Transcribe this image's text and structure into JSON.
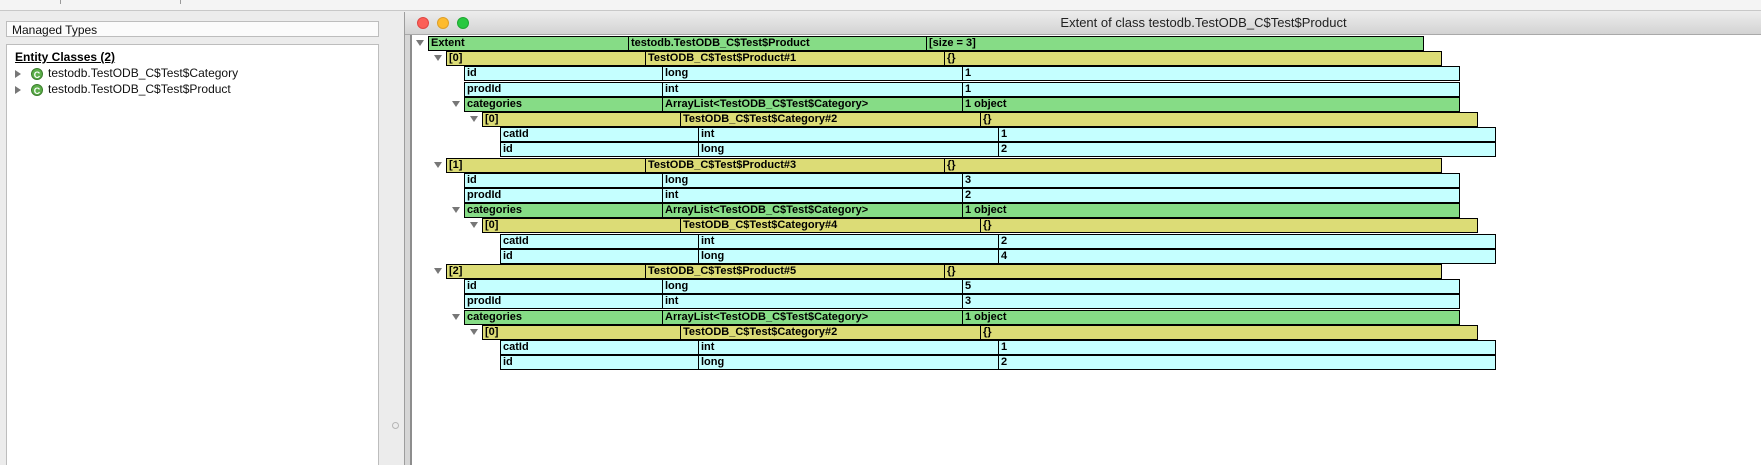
{
  "left": {
    "header": "Managed Types",
    "tree_title": "Entity Classes (2)",
    "classes": [
      {
        "label": "testodb.TestODB_C$Test$Category",
        "icon": "class-icon"
      },
      {
        "label": "testodb.TestODB_C$Test$Product",
        "icon": "class-icon"
      }
    ]
  },
  "window": {
    "title": "Extent of class testodb.TestODB_C$Test$Product"
  },
  "rows": [
    {
      "kind": "extent",
      "c1": "Extent",
      "c2": "testodb.TestODB_C$Test$Product",
      "c3": "[size = 3]"
    },
    {
      "kind": "item",
      "c1": "[0]",
      "c2": "TestODB_C$Test$Product#1",
      "c3": "{}"
    },
    {
      "kind": "field",
      "c1": "id",
      "c2": "long",
      "c3": "1"
    },
    {
      "kind": "field",
      "c1": "prodId",
      "c2": "int",
      "c3": "1"
    },
    {
      "kind": "list",
      "c1": "categories",
      "c2": "ArrayList<TestODB_C$Test$Category>",
      "c3": "1 object"
    },
    {
      "kind": "subitem",
      "c1": "[0]",
      "c2": "TestODB_C$Test$Category#2",
      "c3": "{}"
    },
    {
      "kind": "subfield",
      "c1": "catId",
      "c2": "int",
      "c3": "1"
    },
    {
      "kind": "subfield",
      "c1": "id",
      "c2": "long",
      "c3": "2"
    },
    {
      "kind": "item",
      "c1": "[1]",
      "c2": "TestODB_C$Test$Product#3",
      "c3": "{}"
    },
    {
      "kind": "field",
      "c1": "id",
      "c2": "long",
      "c3": "3"
    },
    {
      "kind": "field",
      "c1": "prodId",
      "c2": "int",
      "c3": "2"
    },
    {
      "kind": "list",
      "c1": "categories",
      "c2": "ArrayList<TestODB_C$Test$Category>",
      "c3": "1 object"
    },
    {
      "kind": "subitem",
      "c1": "[0]",
      "c2": "TestODB_C$Test$Category#4",
      "c3": "{}"
    },
    {
      "kind": "subfield",
      "c1": "catId",
      "c2": "int",
      "c3": "2"
    },
    {
      "kind": "subfield",
      "c1": "id",
      "c2": "long",
      "c3": "4"
    },
    {
      "kind": "item",
      "c1": "[2]",
      "c2": "TestODB_C$Test$Product#5",
      "c3": "{}"
    },
    {
      "kind": "field",
      "c1": "id",
      "c2": "long",
      "c3": "5"
    },
    {
      "kind": "field",
      "c1": "prodId",
      "c2": "int",
      "c3": "3"
    },
    {
      "kind": "list",
      "c1": "categories",
      "c2": "ArrayList<TestODB_C$Test$Category>",
      "c3": "1 object"
    },
    {
      "kind": "subitem",
      "c1": "[0]",
      "c2": "TestODB_C$Test$Category#2",
      "c3": "{}"
    },
    {
      "kind": "subfield",
      "c1": "catId",
      "c2": "int",
      "c3": "1"
    },
    {
      "kind": "subfield",
      "c1": "id",
      "c2": "long",
      "c3": "2"
    }
  ]
}
